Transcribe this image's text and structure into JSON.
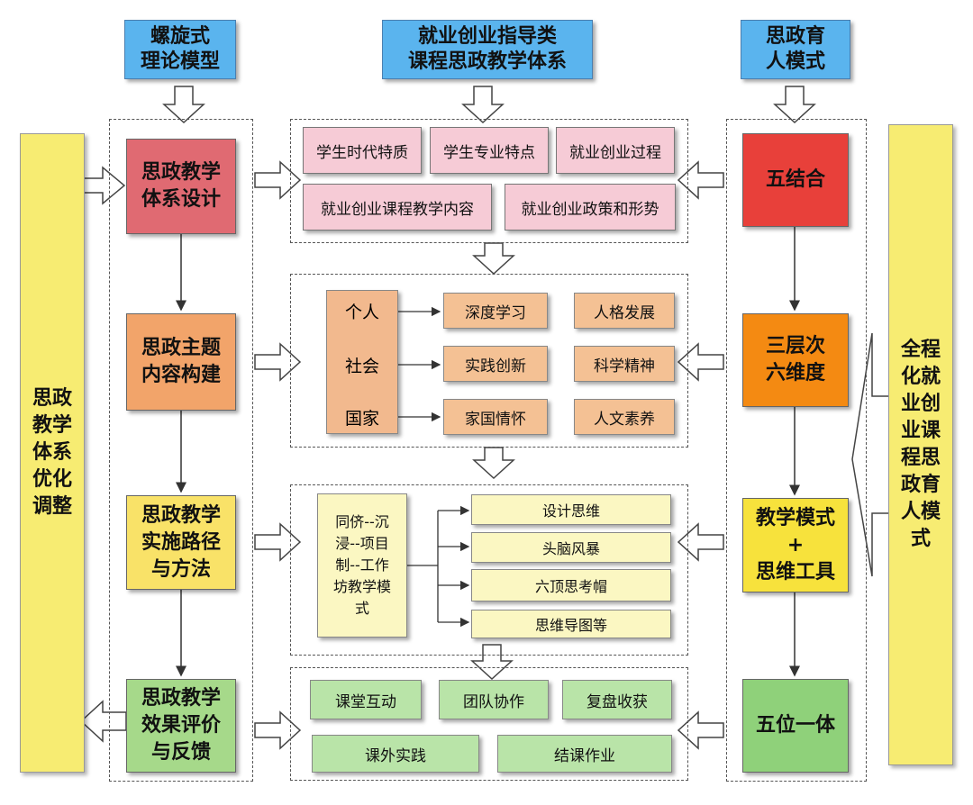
{
  "headers": {
    "left": "螺旋式\n理论模型",
    "center": "就业创业指导类\n课程思政教学体系",
    "right": "思政育\n人模式"
  },
  "left_bar": "思政\n教学\n体系\n优化\n调整",
  "right_bar": "全程\n化就\n业创\n业课\n程思\n政育\n人模\n式",
  "stages": [
    {
      "label": "思政教学\n体系设计",
      "color": "#e06a72"
    },
    {
      "label": "思政主题\n内容构建",
      "color": "#f2a46a"
    },
    {
      "label": "思政教学\n实施路径\n与方法",
      "color": "#f9e268"
    },
    {
      "label": "思政教学\n效果评价\n与反馈",
      "color": "#a6d98a"
    }
  ],
  "modes": [
    {
      "label": "五结合",
      "color": "#e8403a"
    },
    {
      "label": "三层次\n六维度",
      "color": "#f48a12"
    },
    {
      "label": "教学模式\n+\n思维工具",
      "color": "#f7e23c"
    },
    {
      "label": "五位一体",
      "color": "#8fd17a"
    }
  ],
  "group1": [
    "学生时代特质",
    "学生专业特点",
    "就业创业过程",
    "就业创业课程教学内容",
    "就业创业政策和形势"
  ],
  "group2": {
    "levels": [
      "个人",
      "社会",
      "国家"
    ],
    "mid": [
      "深度学习",
      "实践创新",
      "家国情怀"
    ],
    "right": [
      "人格发展",
      "科学精神",
      "人文素养"
    ]
  },
  "group3": {
    "mode": "同侪--沉\n浸--项目\n制--工作\n坊教学模\n式",
    "tools": [
      "设计思维",
      "头脑风暴",
      "六顶思考帽",
      "思维导图等"
    ]
  },
  "group4": [
    "课堂互动",
    "团队协作",
    "复盘收获",
    "课外实践",
    "结课作业"
  ]
}
